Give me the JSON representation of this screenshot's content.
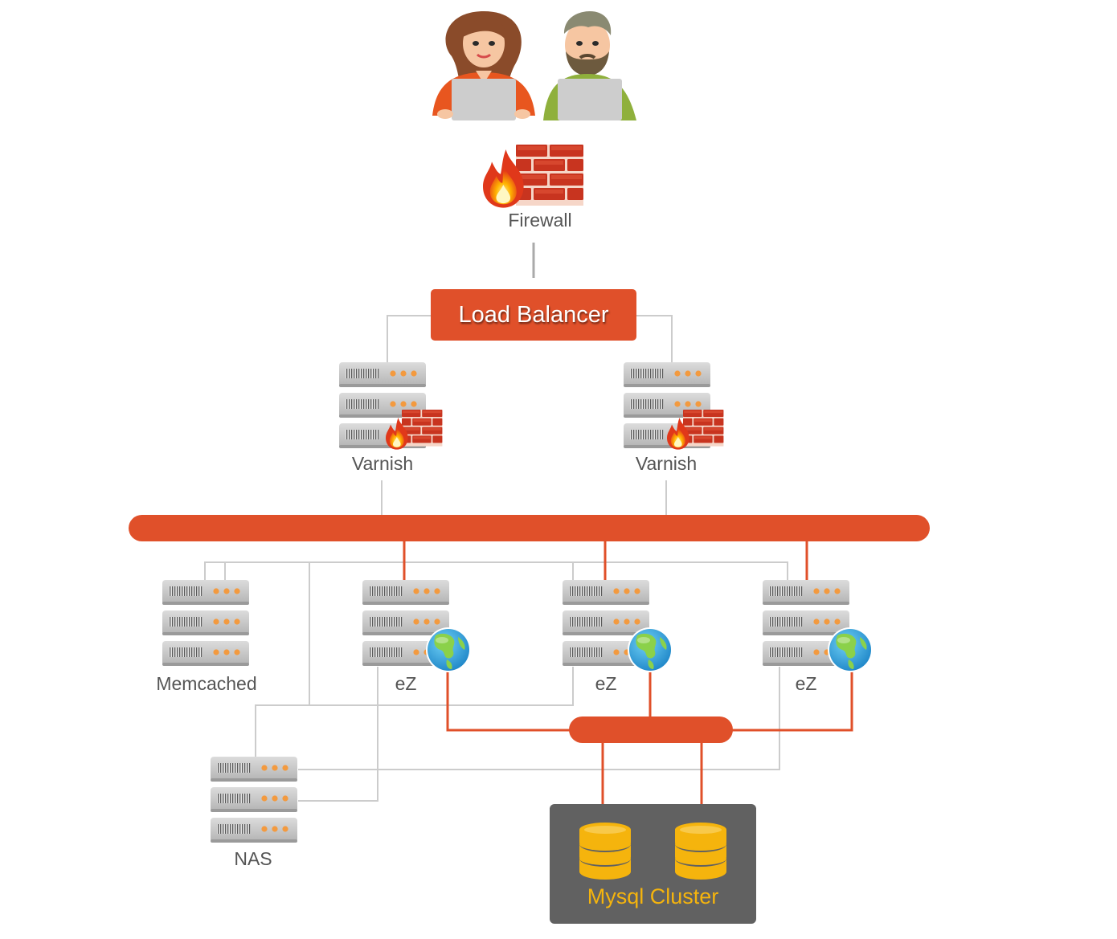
{
  "users": [
    {
      "name": "user-woman"
    },
    {
      "name": "user-man"
    }
  ],
  "firewall": {
    "label": "Firewall"
  },
  "load_balancer": {
    "label": "Load Balancer"
  },
  "varnish": [
    {
      "label": "Varnish"
    },
    {
      "label": "Varnish"
    }
  ],
  "memcached": {
    "label": "Memcached"
  },
  "ez_servers": [
    {
      "label": "eZ"
    },
    {
      "label": "eZ"
    },
    {
      "label": "eZ"
    }
  ],
  "nas": {
    "label": "NAS"
  },
  "mysql": {
    "label": "Mysql Cluster"
  },
  "colors": {
    "accent": "#e0502a",
    "connector_gray": "#cccccc",
    "server_gray": "#bdbdbd",
    "server_led": "#f39a3f",
    "db_yellow": "#f5b40d",
    "cluster_box": "#616161",
    "label_text": "#555555"
  },
  "icons": [
    "user-icon",
    "firewall-icon",
    "server-icon",
    "globe-icon",
    "database-icon"
  ]
}
